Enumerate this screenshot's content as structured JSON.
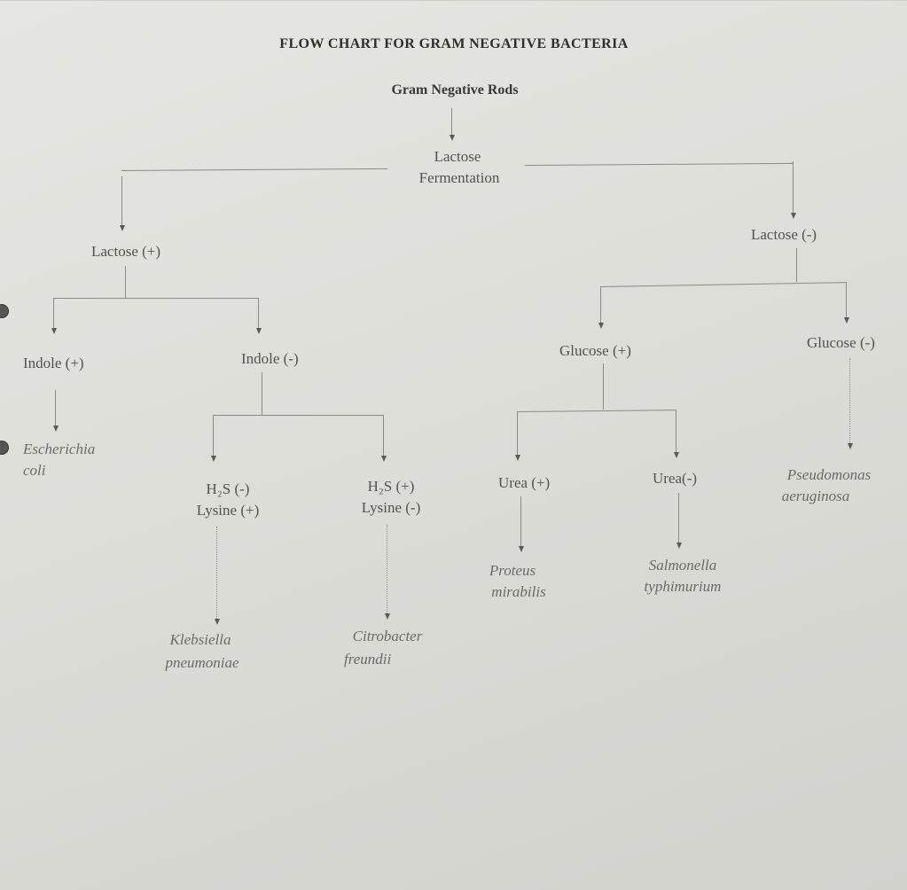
{
  "header": {
    "title": "FLOW CHART FOR GRAM NEGATIVE BACTERIA",
    "root": "Gram Negative Rods"
  },
  "nodes": {
    "lactose_fermentation": [
      "Lactose",
      "Fermentation"
    ],
    "lactose_pos": "Lactose (+)",
    "lactose_neg": "Lactose (-)",
    "indole_pos": "Indole (+)",
    "indole_neg": "Indole (-)",
    "glucose_pos": "Glucose (+)",
    "glucose_neg": "Glucose (-)",
    "h2s_neg_lysine_pos": [
      "H₂S (-)",
      "Lysine (+)"
    ],
    "h2s_pos_lysine_neg": [
      "H₂S (+)",
      "Lysine (-)"
    ],
    "urea_pos": "Urea (+)",
    "urea_neg": "Urea(-)"
  },
  "organisms": {
    "escherichia_coli": [
      "Escherichia",
      "coli"
    ],
    "klebsiella_pneumoniae": [
      "Klebsiella",
      "pneumoniae"
    ],
    "citrobacter_freundii": [
      "Citrobacter",
      "freundii"
    ],
    "proteus_mirabilis": [
      "Proteus",
      "mirabilis"
    ],
    "salmonella_typhimurium": [
      "Salmonella",
      "typhimurium"
    ],
    "pseudomonas_aeruginosa": [
      "Pseudomonas",
      "aeruginosa"
    ]
  }
}
